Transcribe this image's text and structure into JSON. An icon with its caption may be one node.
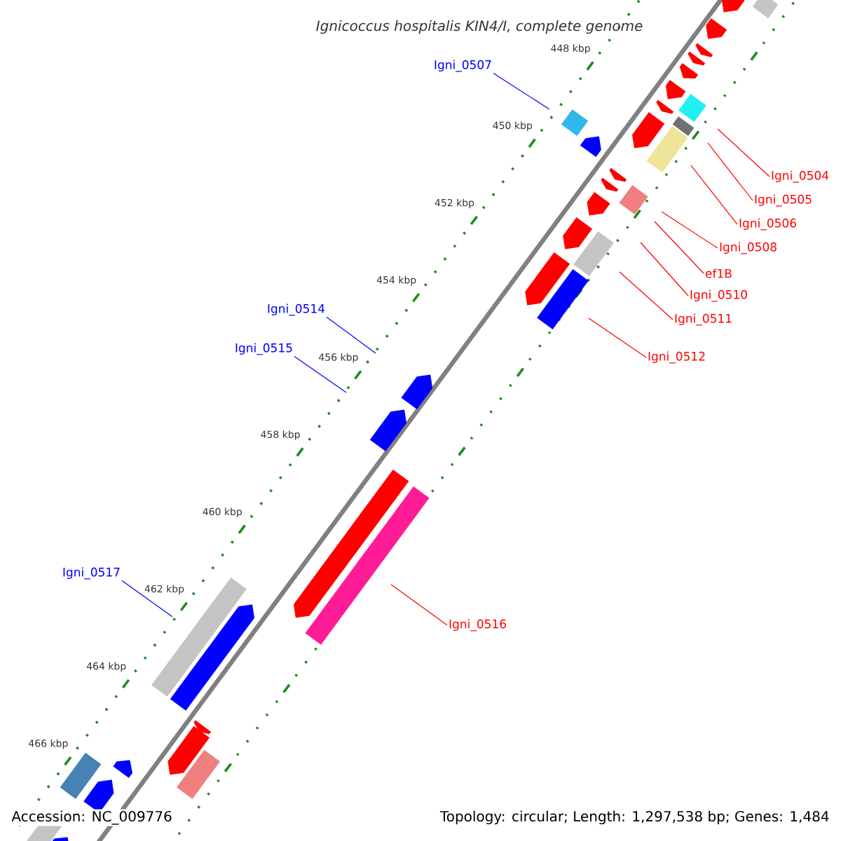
{
  "diagram": {
    "title": "Ignicoccus hospitalis KIN4/I, complete genome",
    "nodes": [
      {
        "text": [
          "Igni_0507"
        ]
      },
      {
        "text": [
          "Igni_0504"
        ]
      },
      {
        "text": [
          "Igni_0505"
        ]
      },
      {
        "text": [
          "Igni_0506"
        ]
      },
      {
        "text": [
          "Igni_0508"
        ]
      },
      {
        "text": [
          "ef1B"
        ]
      },
      {
        "text": [
          "Igni_0510"
        ]
      },
      {
        "text": [
          "Igni_0511"
        ]
      },
      {
        "text": [
          "Igni_0514"
        ]
      },
      {
        "text": [
          "Igni_0515"
        ]
      },
      {
        "text": [
          "Igni_0512"
        ]
      },
      {
        "text": [
          "Igni_0517"
        ]
      },
      {
        "text": [
          "Igni_0516"
        ]
      }
    ],
    "edges": [
      {
        "from": 0,
        "to": null,
        "arrow": "none",
        "color": "#0000ff"
      },
      {
        "from": 1,
        "to": null,
        "arrow": "none"
      },
      {
        "from": 2,
        "to": null,
        "arrow": "none"
      },
      {
        "from": 3,
        "to": null,
        "arrow": "none"
      },
      {
        "from": 4,
        "to": null,
        "arrow": "none"
      },
      {
        "from": 5,
        "to": null,
        "arrow": "none"
      },
      {
        "from": 6,
        "to": null,
        "arrow": "none"
      },
      {
        "from": 7,
        "to": null,
        "arrow": "none"
      },
      {
        "from": 8,
        "to": null,
        "arrow": "none",
        "color": "#0000ff"
      },
      {
        "from": 9,
        "to": null,
        "arrow": "none",
        "color": "#0000ff"
      },
      {
        "from": 10,
        "to": null,
        "arrow": "none"
      },
      {
        "from": 11,
        "to": null,
        "arrow": "none",
        "color": "#0000ff"
      },
      {
        "from": 12,
        "to": null,
        "arrow": "none"
      }
    ],
    "labels": [
      "448 kbp",
      "450 kbp",
      "452 kbp",
      "454 kbp",
      "456 kbp",
      "458 kbp",
      "460 kbp",
      "462 kbp",
      "464 kbp",
      "466 kbp",
      "Accession: NC_009776",
      "Topology: circular; Length: 1,297,538 bp; Genes: 1,484"
    ]
  }
}
